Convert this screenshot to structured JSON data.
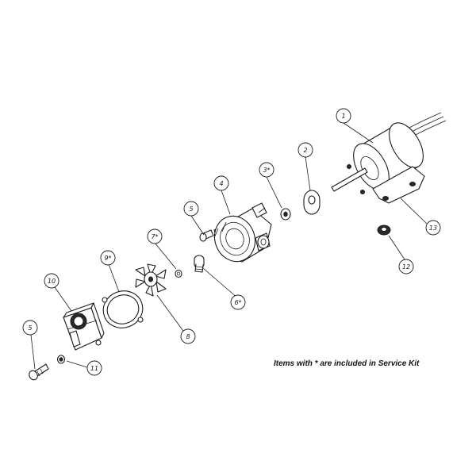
{
  "callouts": [
    {
      "id": "c1",
      "label": "1"
    },
    {
      "id": "c2",
      "label": "2"
    },
    {
      "id": "c3",
      "label": "3*"
    },
    {
      "id": "c4",
      "label": "4"
    },
    {
      "id": "c5a",
      "label": "5"
    },
    {
      "id": "c6",
      "label": "6*"
    },
    {
      "id": "c7",
      "label": "7*"
    },
    {
      "id": "c8",
      "label": "8"
    },
    {
      "id": "c9",
      "label": "9*"
    },
    {
      "id": "c10",
      "label": "10"
    },
    {
      "id": "c5b",
      "label": "5"
    },
    {
      "id": "c11",
      "label": "11"
    },
    {
      "id": "c12",
      "label": "12"
    },
    {
      "id": "c13",
      "label": "13"
    }
  ],
  "note": "Items with * are included in Service Kit"
}
